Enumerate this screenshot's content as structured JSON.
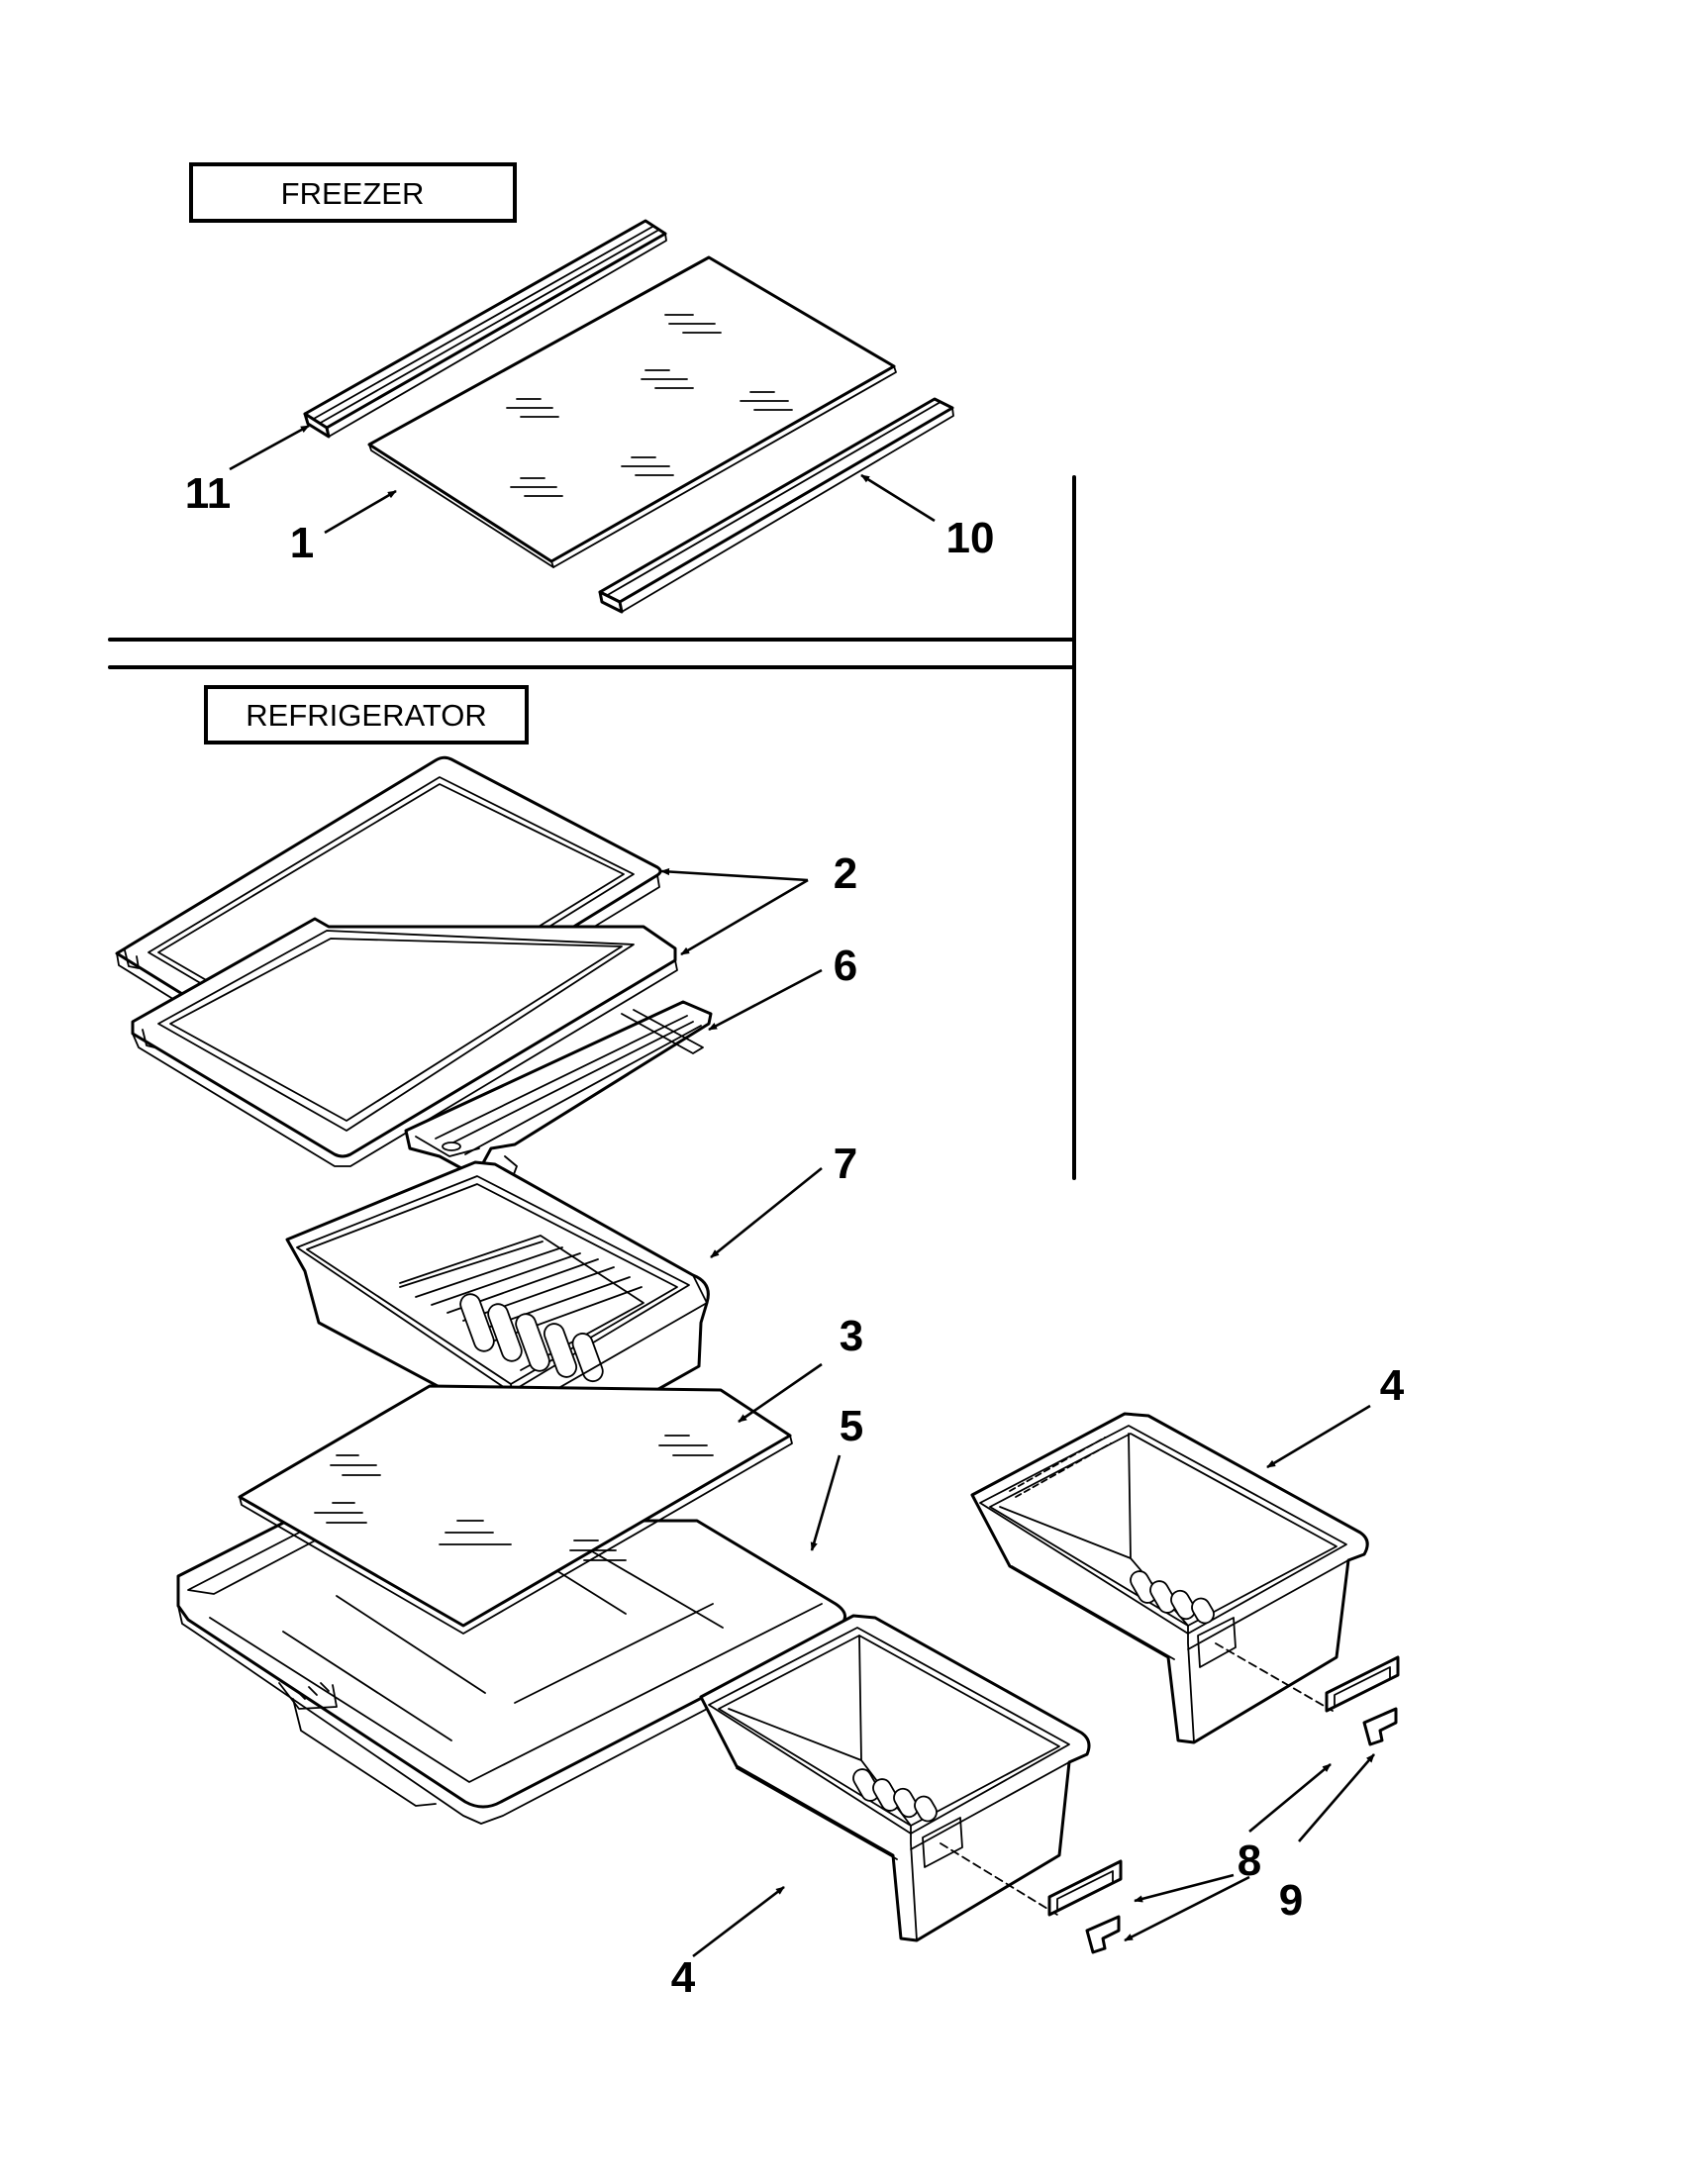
{
  "sections": {
    "freezer": "FREEZER",
    "refrigerator": "REFRIGERATOR"
  },
  "callouts": {
    "c1": "1",
    "c2": "2",
    "c3": "3",
    "c4a": "4",
    "c4b": "4",
    "c5": "5",
    "c6": "6",
    "c7": "7",
    "c8": "8",
    "c9": "9",
    "c10": "10",
    "c11": "11"
  }
}
